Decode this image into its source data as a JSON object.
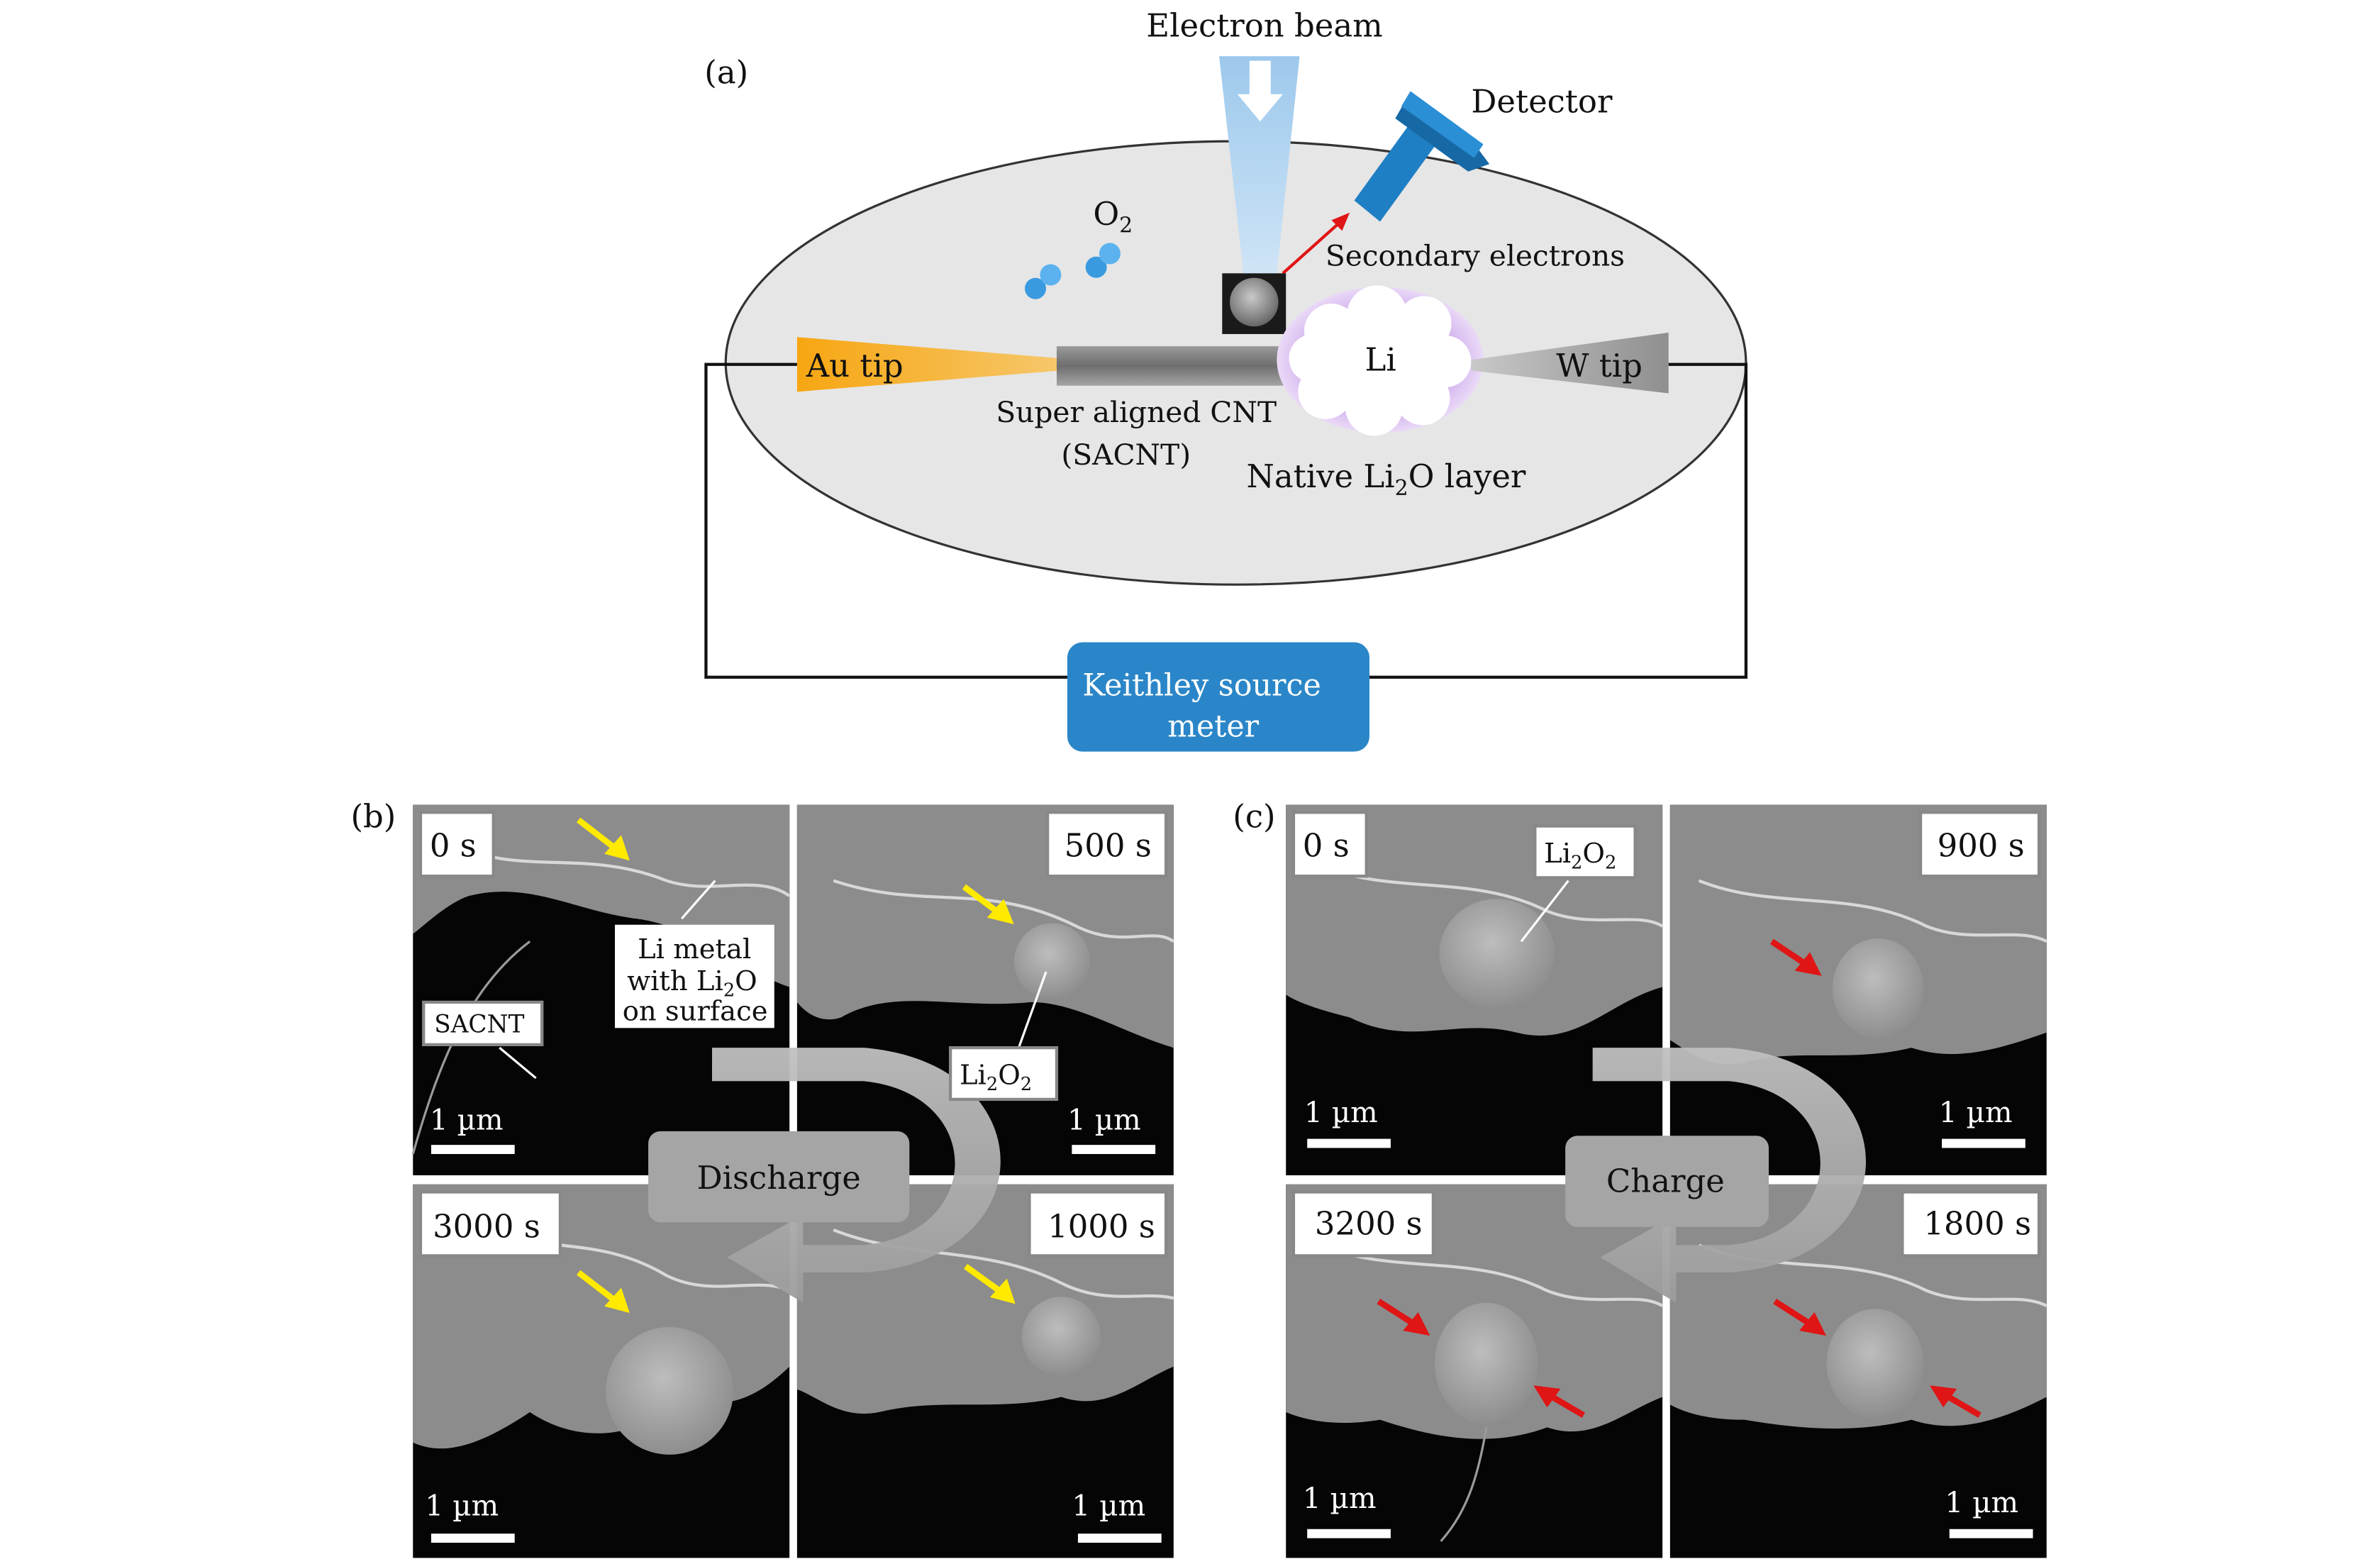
{
  "panel_a": {
    "label": "(a)",
    "electron_beam": "Electron beam",
    "detector": "Detector",
    "o2": "O",
    "o2_sub": "2",
    "secondary_electrons": "Secondary electrons",
    "au_tip": "Au tip",
    "w_tip": "W tip",
    "li": "Li",
    "cnt_line1": "Super aligned CNT",
    "cnt_line2": "(SACNT)",
    "native_pre": "Native Li",
    "native_sub": "2",
    "native_post": "O layer",
    "source_line1": "Keithley source",
    "source_line2": "meter"
  },
  "panel_b": {
    "label": "(b)",
    "times": [
      "0 s",
      "500 s",
      "3000 s",
      "1000 s"
    ],
    "scale": "1 µm",
    "arrow_label": "Discharge",
    "sacnt": "SACNT",
    "li_metal_1": "Li metal",
    "li_metal_2_pre": "with Li",
    "li_metal_2_sub": "2",
    "li_metal_2_post": "O",
    "li_metal_3": "on surface",
    "product_pre": "Li",
    "product_sub1": "2",
    "product_mid": "O",
    "product_sub2": "2"
  },
  "panel_c": {
    "label": "(c)",
    "times": [
      "0 s",
      "900 s",
      "3200 s",
      "1800 s"
    ],
    "scale": "1 µm",
    "arrow_label": "Charge",
    "product_pre": "Li",
    "product_sub1": "2",
    "product_mid": "O",
    "product_sub2": "2"
  },
  "colors": {
    "au_tip": "#f0a020",
    "w_tip": "#9a9a9a",
    "detector": "#1f7fc4",
    "source_meter": "#2a86c8",
    "oxygen": "#3a9ae0",
    "li_halo": "#a77ad8",
    "yellow_arrow": "#ffea00",
    "red_arrow": "#e01515"
  }
}
